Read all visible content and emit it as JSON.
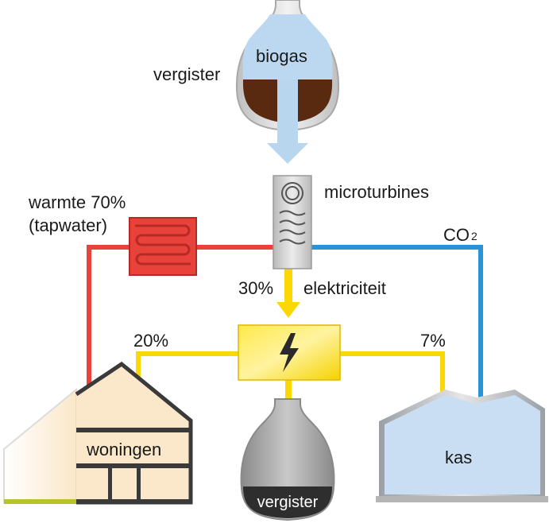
{
  "top_digester": {
    "label": "vergister",
    "content_label": "biogas"
  },
  "turbine": {
    "label": "microturbines"
  },
  "heat": {
    "line1": "warmte 70%",
    "line2": "(tapwater)"
  },
  "co2": {
    "base": "CO",
    "sub": "2"
  },
  "electricity": {
    "percent": "30%",
    "label": "elektriciteit"
  },
  "houses_branch": {
    "percent": "20%"
  },
  "greenhouse_branch": {
    "percent": "7%"
  },
  "houses": {
    "label": "woningen"
  },
  "greenhouse": {
    "label": "kas"
  },
  "bottom_digester": {
    "label": "vergister"
  },
  "colors": {
    "heat": "#e8423a",
    "co2": "#2a93d5",
    "electricity": "#fbd804",
    "biogas_flow": "#b9d6ef",
    "digestate": "#5a2a10",
    "house_fill": "#fbe7c9",
    "greenhouse_fill": "#c9def3"
  }
}
